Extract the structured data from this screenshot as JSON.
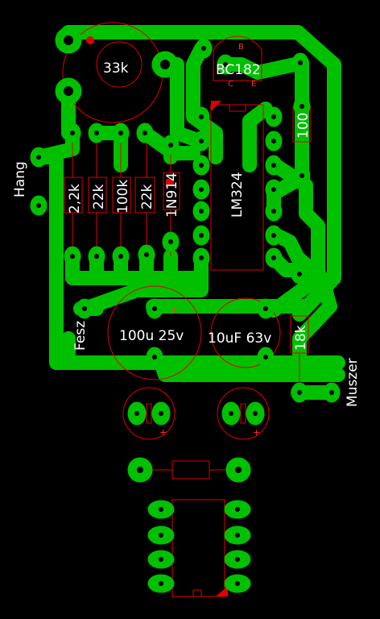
{
  "components": {
    "pot": "33k",
    "transistor": "BC182",
    "transistor_pin_b": "B",
    "transistor_pin_c": "C",
    "transistor_pin_e": "E",
    "r_2k2": "2,2k",
    "r_22k_a": "22k",
    "r_100k": "100k",
    "r_22k_b": "22k",
    "diode": "1N914",
    "ic": "LM324",
    "r_100": "100",
    "cap_1": "100u 25v",
    "cap_2": "10uF 63v",
    "r_18k": "18k"
  },
  "labels": {
    "hang": "Hang",
    "fesz": "Fesz",
    "muszer": "Muszer"
  },
  "marks": {
    "plus": "+"
  },
  "colors": {
    "copper": "#00c000",
    "silk": "#e00000",
    "text": "#ffffff",
    "background": "#000000"
  }
}
